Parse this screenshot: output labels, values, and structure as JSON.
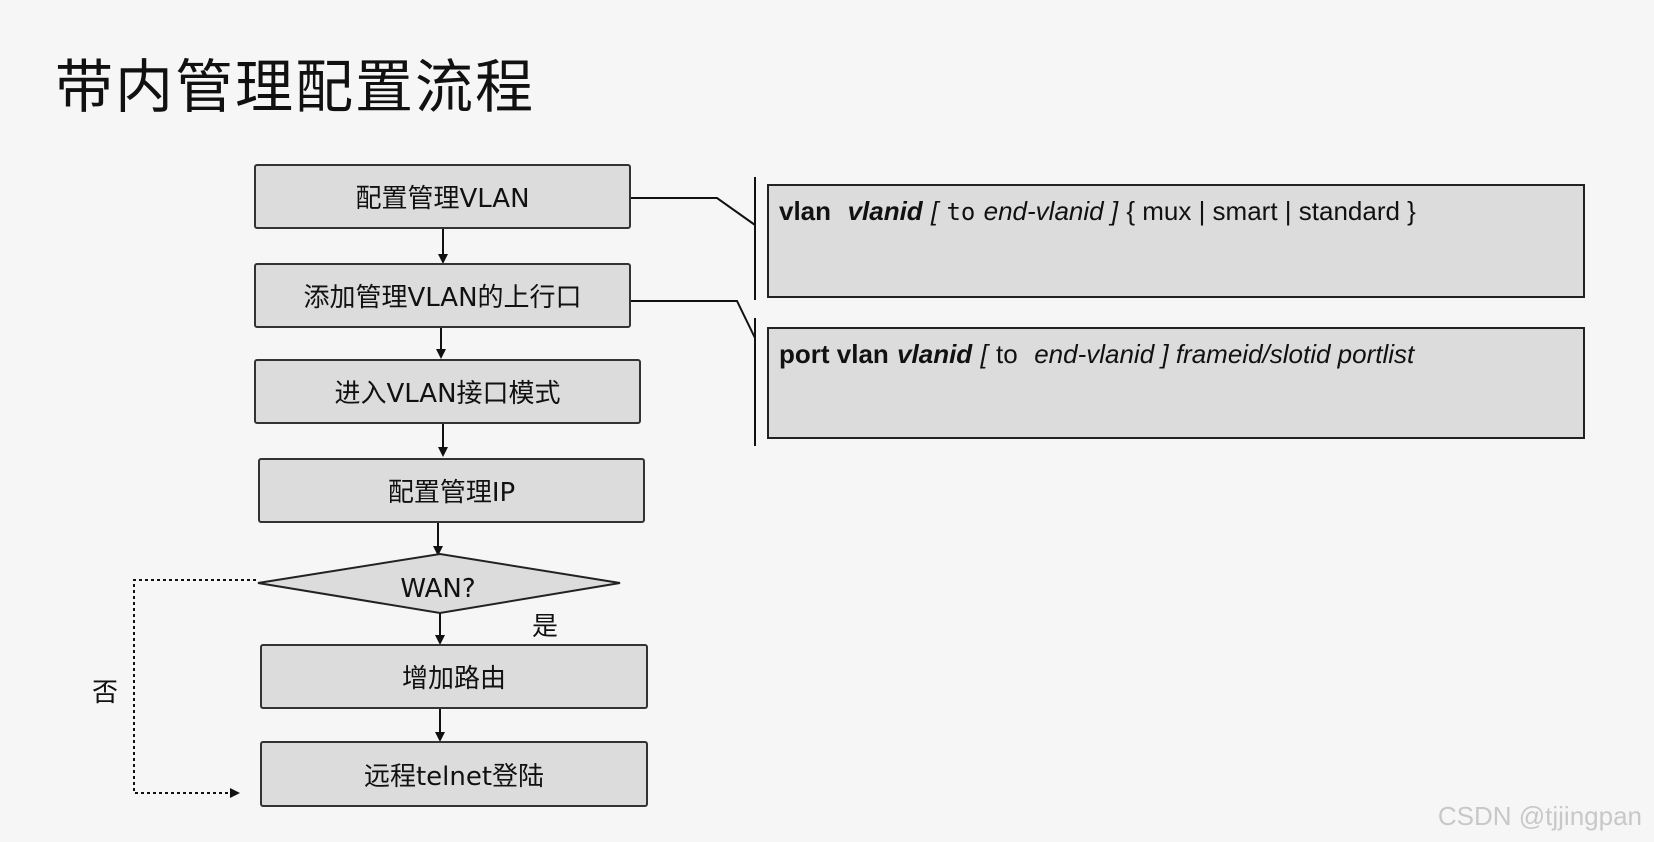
{
  "title": "带内管理配置流程",
  "steps": [
    "配置管理VLAN",
    "添加管理VLAN的上行口",
    "进入VLAN接口模式",
    "配置管理IP",
    "增加路由",
    "远程telnet登陆"
  ],
  "decision": "WAN?",
  "yes_label": "是",
  "no_label": "否",
  "commands": {
    "vlan": {
      "t1": "vlan",
      "t2": "vlanid",
      "t3": "[",
      "t4": "to",
      "t5": "end-vlanid ]",
      "t6": "{ mux | smart | standard }"
    },
    "port": {
      "t1": "port vlan",
      "t2": "vlanid",
      "t3": "[",
      "t4": "to",
      "t5": "end-vlanid ] frameid/slotid portlist"
    }
  },
  "watermark": "CSDN @tjjingpan"
}
